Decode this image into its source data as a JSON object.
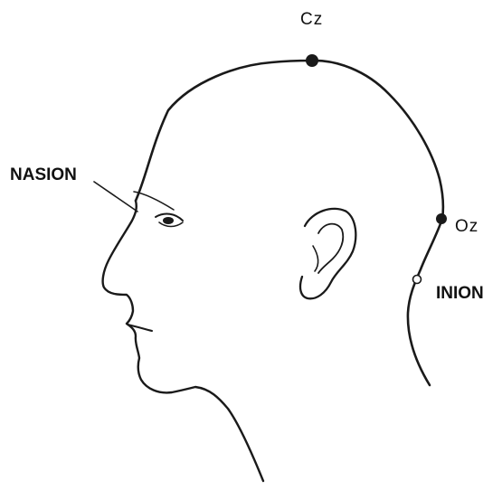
{
  "labels": {
    "cz": "Cz",
    "oz": "Oz",
    "nasion": "NASION",
    "inion": "INION"
  },
  "colors": {
    "ink": "#1a1a1a",
    "background": "#ffffff"
  }
}
